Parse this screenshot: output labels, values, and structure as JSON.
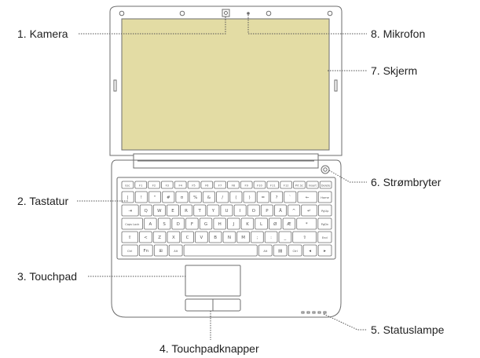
{
  "callouts": [
    {
      "key": "kamera",
      "label": "1. Kamera"
    },
    {
      "key": "tastatur",
      "label": "2. Tastatur"
    },
    {
      "key": "touchpad",
      "label": "3. Touchpad"
    },
    {
      "key": "touchpadknapper",
      "label": "4. Touchpadknapper"
    },
    {
      "key": "statuslampe",
      "label": "5. Statuslampe"
    },
    {
      "key": "strombryter",
      "label": "6. Strømbryter"
    },
    {
      "key": "skjerm",
      "label": "7. Skjerm"
    },
    {
      "key": "mikrofon",
      "label": "8. Mikrofon"
    }
  ],
  "colors": {
    "line": "#6e6e6e",
    "screen": "#e3dca4",
    "keycap": "#ffffff"
  },
  "keyboard": {
    "row0": [
      "Esc",
      "F1",
      "F2",
      "F3",
      "F4",
      "F5",
      "F6",
      "F7",
      "F8",
      "F9",
      "F10",
      "F11",
      "F12",
      "Prt Sc",
      "Insert",
      "Delete"
    ],
    "row1": [
      "|",
      "!",
      "\"",
      "#",
      "¤",
      "%",
      "&",
      "/",
      "(",
      ")",
      "=",
      "?",
      "`",
      "←",
      "Home"
    ],
    "row2": [
      "⇥",
      "Q",
      "W",
      "E",
      "R",
      "T",
      "Y",
      "U",
      "I",
      "O",
      "P",
      "Å",
      "^",
      "↵",
      "PgUp"
    ],
    "row3": [
      "Caps Lock",
      "A",
      "S",
      "D",
      "F",
      "G",
      "H",
      "J",
      "K",
      "L",
      "Ø",
      "Æ",
      "*",
      "PgDn"
    ],
    "row4": [
      "⇧",
      "<",
      "Z",
      "X",
      "C",
      "V",
      "B",
      "N",
      "M",
      ";",
      ":",
      "_",
      "⇧",
      "End"
    ],
    "row5": [
      "Ctrl",
      "Fn",
      "⊞",
      "Alt",
      "",
      "Alt",
      "▤",
      "Ctrl",
      "◂",
      "▸"
    ]
  }
}
